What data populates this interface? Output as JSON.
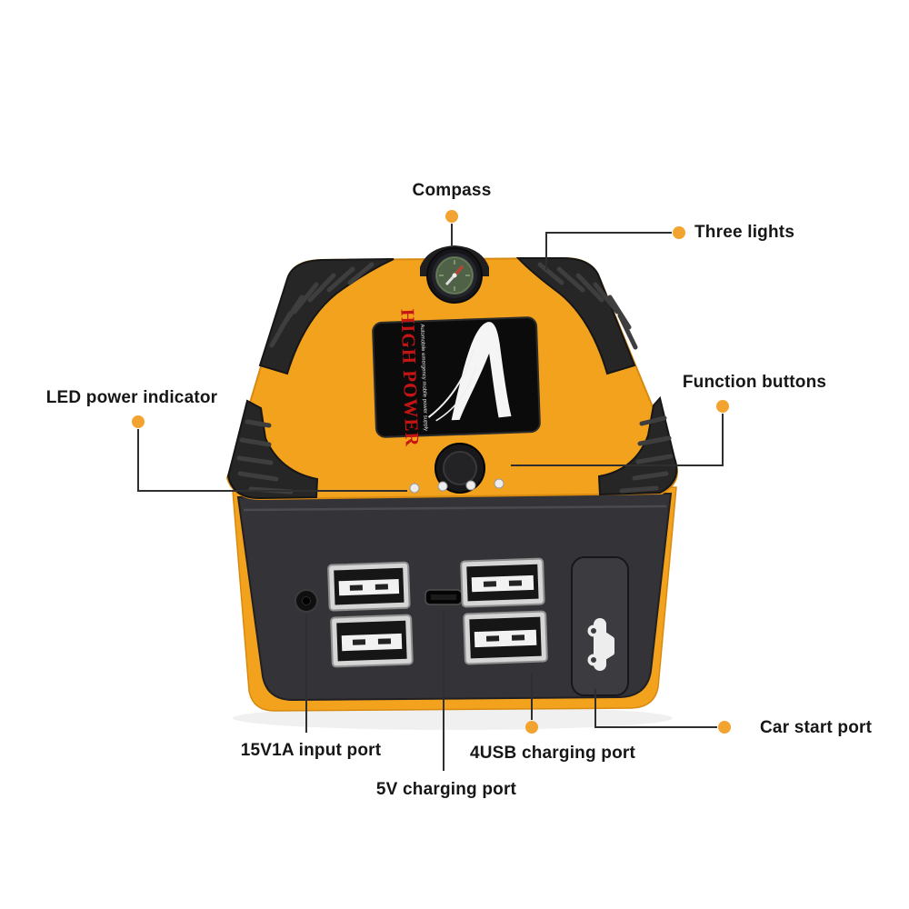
{
  "palette": {
    "accent_dot": "#F2A330",
    "callout_line": "#2F2F2F",
    "label_text": "#161616",
    "body_orange": "#F2A21C",
    "body_dark": "#343438"
  },
  "device": {
    "brand": "HIGH POWER",
    "tagline": "Automobile emergency mobile power supply"
  },
  "callouts": {
    "compass": {
      "label": "Compass"
    },
    "three_lights": {
      "label": "Three lights"
    },
    "led_power_indicator": {
      "label": "LED power indicator"
    },
    "function_buttons": {
      "label": "Function buttons"
    },
    "input_port": {
      "label": "15V1A input port"
    },
    "usb_charging_port": {
      "label": "4USB charging port"
    },
    "five_v_charging_port": {
      "label": "5V charging port"
    },
    "car_start_port": {
      "label": "Car start port"
    }
  }
}
